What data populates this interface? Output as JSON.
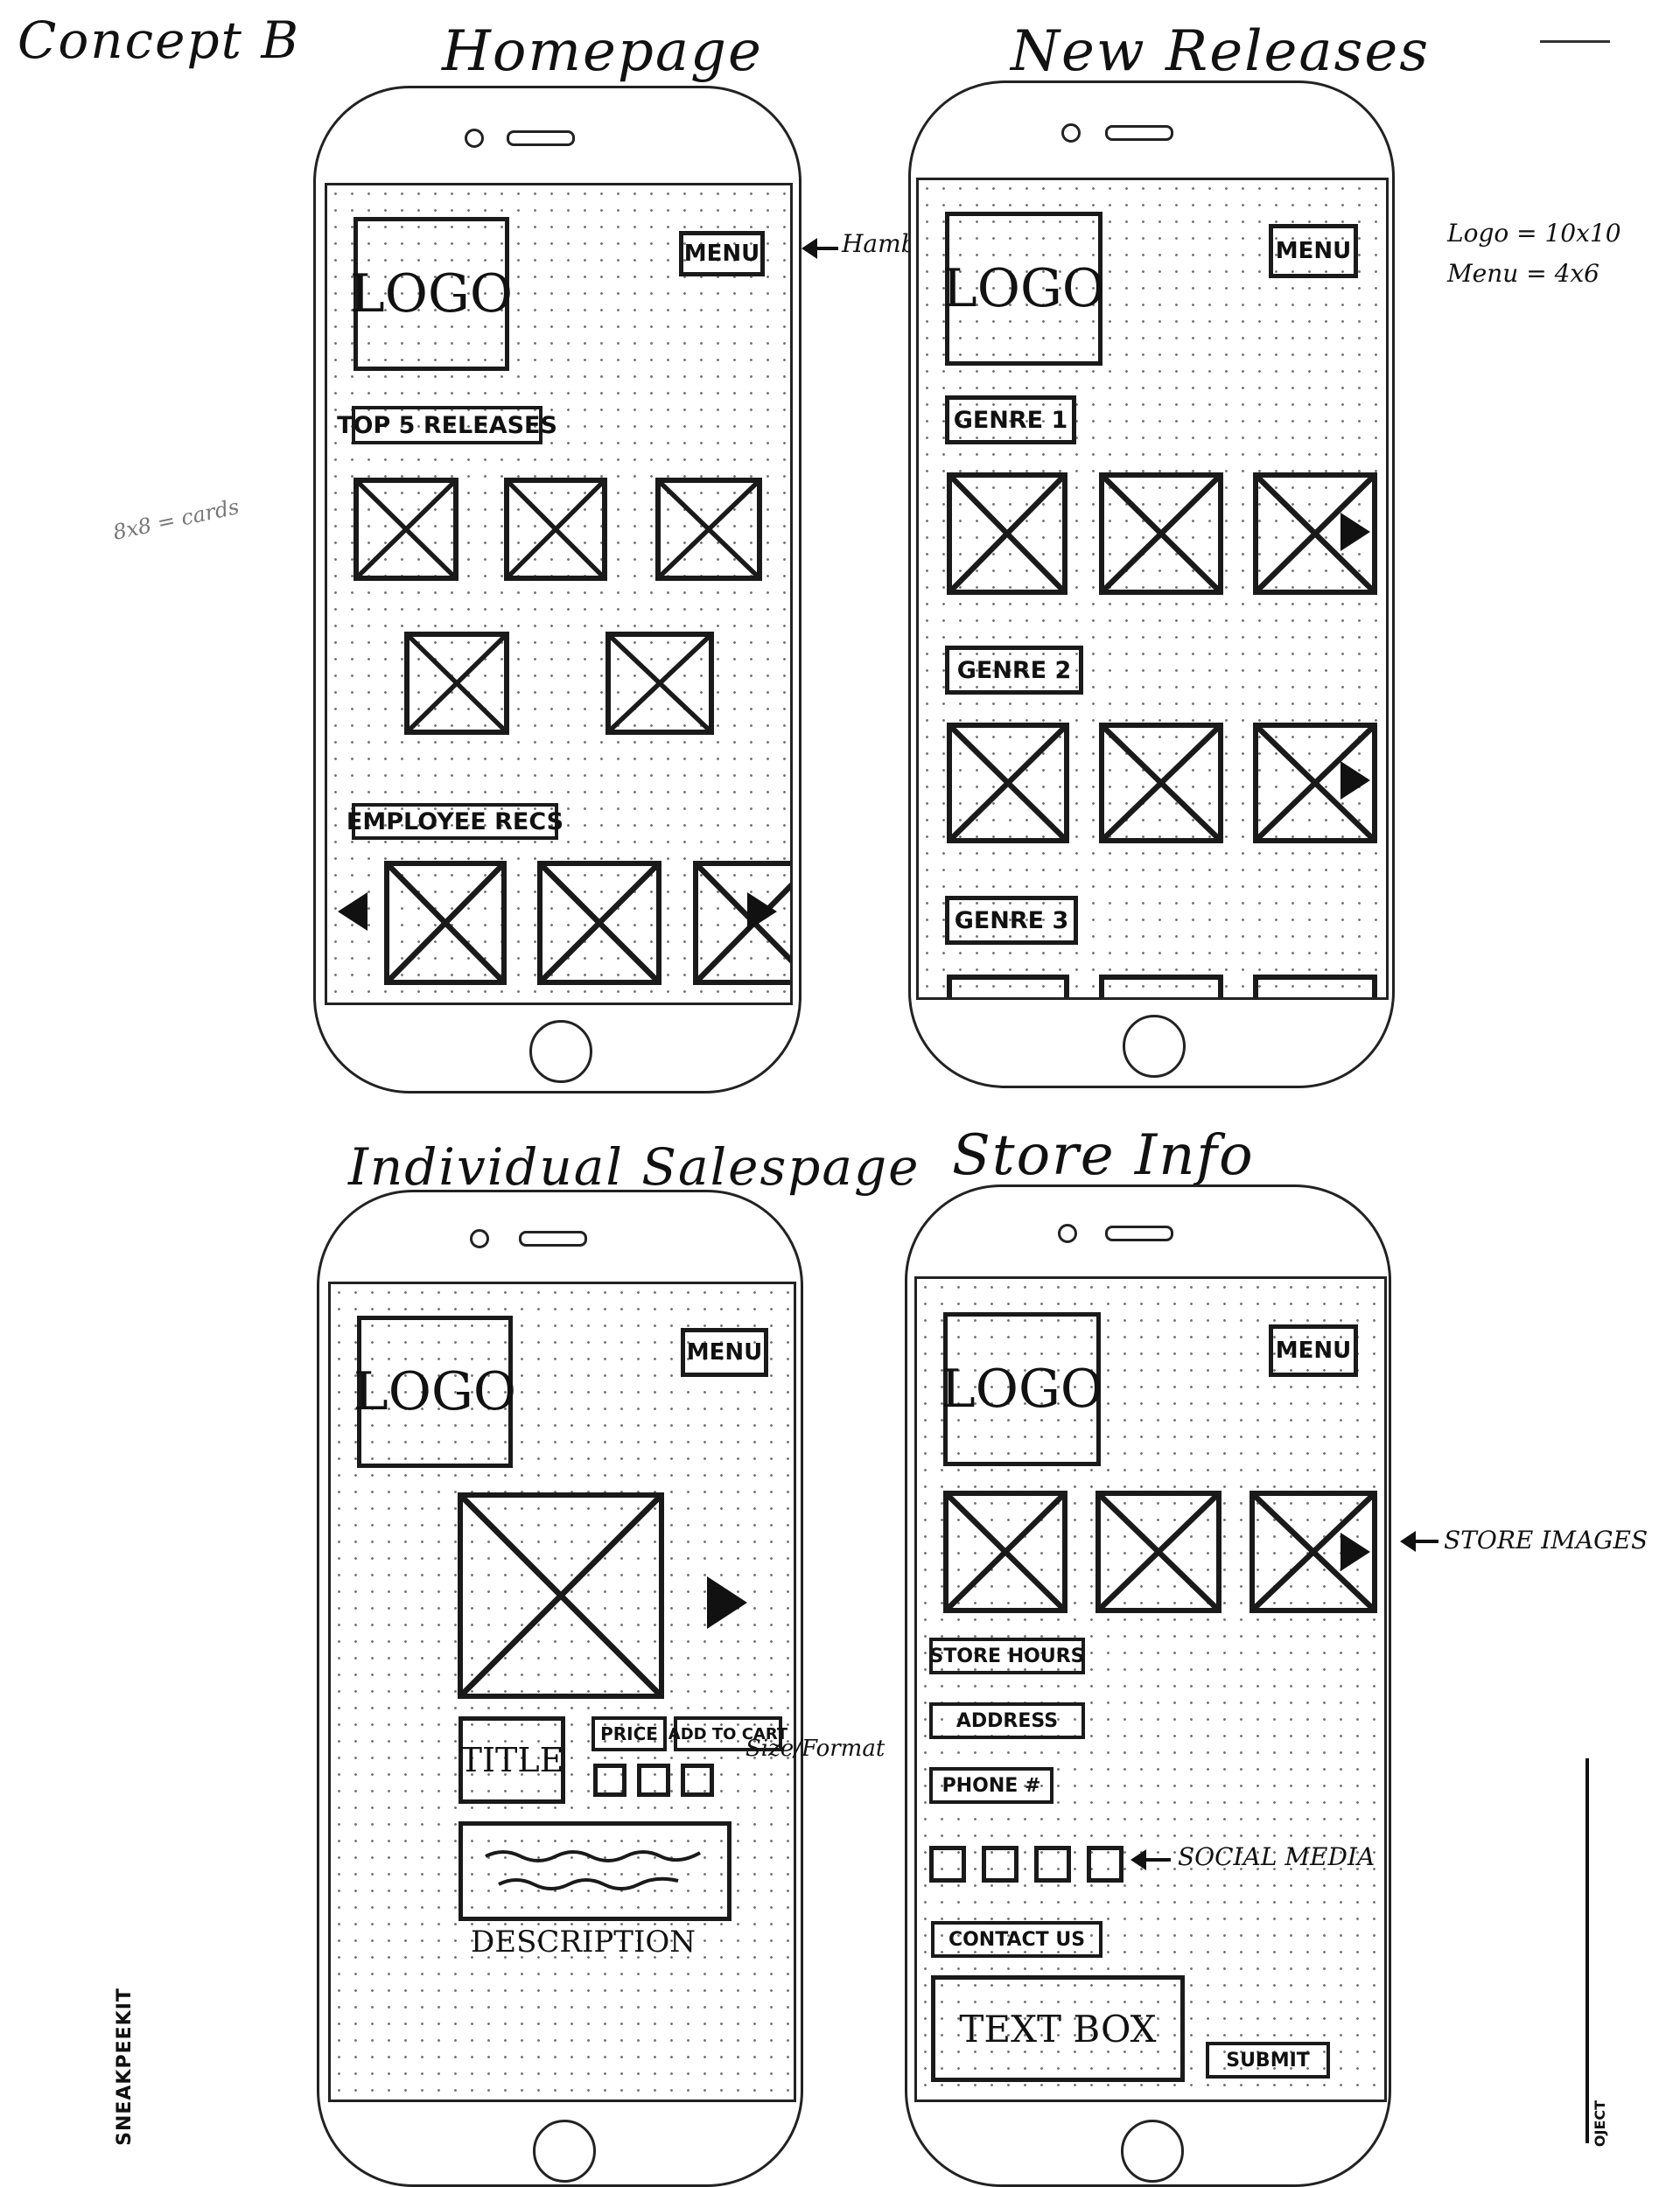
{
  "page": {
    "concept": "Concept B",
    "footer_left": "SNEAKPEEKIT",
    "footer_right": "OJECT"
  },
  "notes": {
    "hamb": "Hamb.",
    "logo_size": "Logo = 10x10",
    "menu_size": "Menu = 4x6",
    "card_size": "8x8 = cards",
    "store_images": "STORE IMAGES",
    "size_format": "Size/Format",
    "social_media": "SOCIAL MEDIA"
  },
  "screens": {
    "home": {
      "title": "Homepage",
      "logo": "LOGO",
      "menu": "MENU",
      "top_releases": "TOP 5 RELEASES",
      "employee_recs": "EMPLOYEE RECS"
    },
    "new_releases": {
      "title": "New Releases",
      "logo": "LOGO",
      "menu": "MENU",
      "genres": [
        "GENRE 1",
        "GENRE 2",
        "GENRE 3"
      ]
    },
    "sales": {
      "title": "Individual Salespage",
      "logo": "LOGO",
      "menu": "MENU",
      "title_box": "TITLE",
      "price": "PRICE",
      "add_to_cart": "ADD TO CART",
      "description": "DESCRIPTION"
    },
    "store": {
      "title": "Store Info",
      "logo": "LOGO",
      "menu": "MENU",
      "store_hours": "STORE HOURS",
      "address": "ADDRESS",
      "phone": "PHONE #",
      "contact_us": "CONTACT US",
      "text_box": "TEXT BOX",
      "submit": "SUBMIT"
    }
  }
}
